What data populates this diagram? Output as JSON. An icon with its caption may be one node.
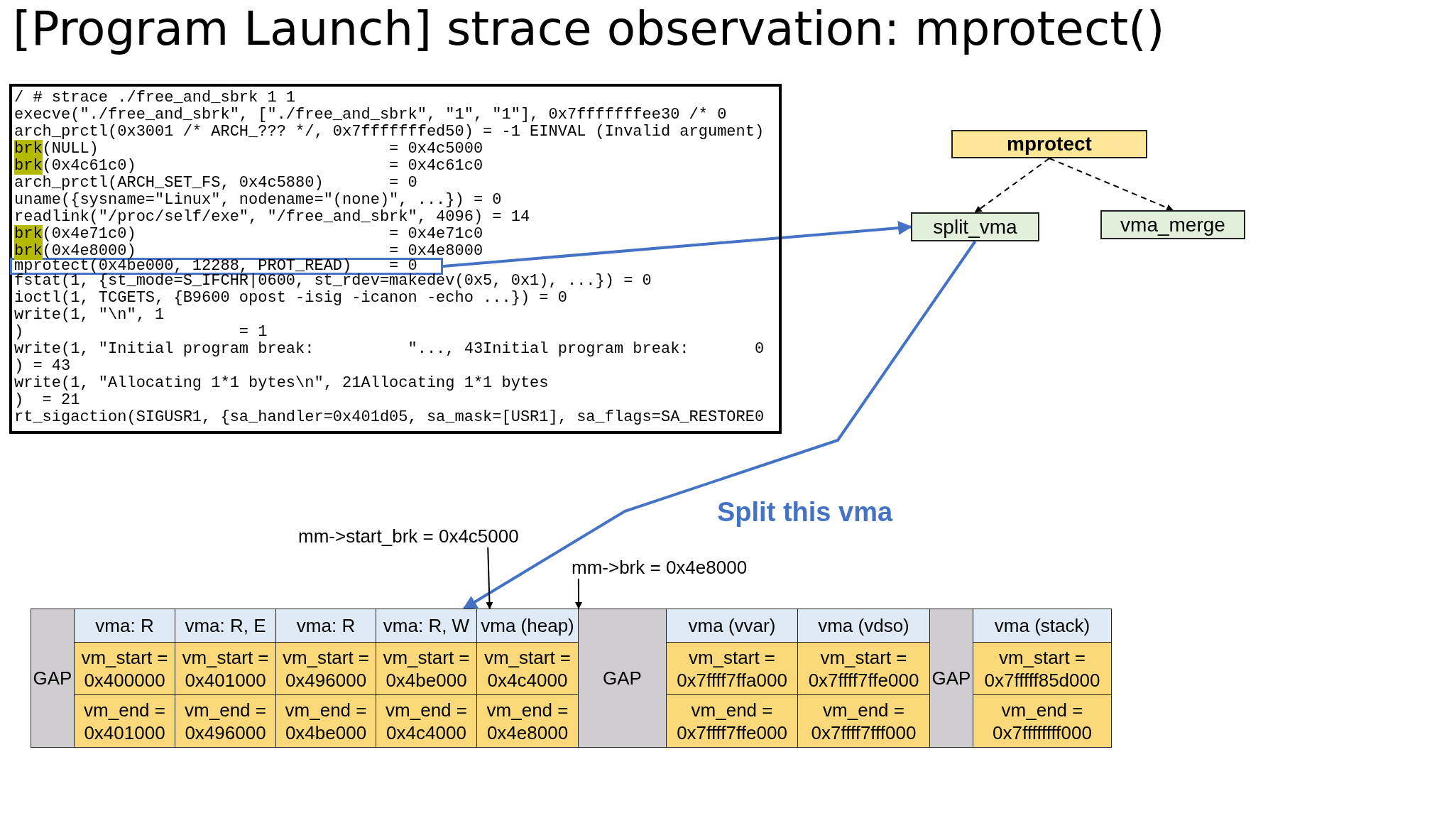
{
  "diagram": {
    "title": "[Program Launch] strace observation: mprotect()",
    "nodes": [
      {
        "text": [
          "/ # strace ./free_and_sbrk 1 1",
          "execve(\"./free_and_sbrk\", [\"./free_and_sbrk\", \"1\", \"1\"], 0x7fffffffee30 /* 0",
          "arch_prctl(0x3001 /* ARCH_??? */, 0x7fffffffed50) = -1 EINVAL (Invalid argument)",
          "brk(NULL)                               = 0x4c5000",
          "brk(0x4c61c0)                           = 0x4c61c0",
          "arch_prctl(ARCH_SET_FS, 0x4c5880)       = 0",
          "uname({sysname=\"Linux\", nodename=\"(none)\", ...}) = 0",
          "readlink(\"/proc/self/exe\", \"/free_and_sbrk\", 4096) = 14",
          "brk(0x4e71c0)                           = 0x4e71c0",
          "brk(0x4e8000)                           = 0x4e8000",
          "fstat(1, {st_mode=S_IFCHR|0600, st_rdev=makedev(0x5, 0x1), ...}) = 0",
          "ioctl(1, TCGETS, {B9600 opost -isig -icanon -echo ...}) = 0",
          "write(1, \"\\n\", 1",
          ")                       = 1",
          "write(1, \"Initial program break:          \"..., 43Initial program break:       0",
          ") = 43",
          "write(1, \"Allocating 1*1 bytes\\n\", 21Allocating 1*1 bytes",
          ")  = 21",
          "rt_sigaction(SIGUSR1, {sa_handler=0x401d05, sa_mask=[USR1], sa_flags=SA_RESTORE0"
        ]
      },
      {
        "text": [
          "mprotect(0x4be000, 12288, PROT_READ)    = 0"
        ],
        "in": 0
      },
      {
        "text": [
          "mprotect"
        ]
      },
      {
        "text": [
          "split_vma"
        ]
      },
      {
        "text": [
          "vma_merge"
        ]
      },
      {
        "text": [
          "GAP"
        ]
      },
      {
        "text": [
          "vma: R",
          "vm_start = 0x400000",
          "vm_end = 0x401000"
        ]
      },
      {
        "text": [
          "vma: R, E",
          "vm_start = 0x401000",
          "vm_end = 0x496000"
        ]
      },
      {
        "text": [
          "vma: R",
          "vm_start = 0x496000",
          "vm_end = 0x4be000"
        ]
      },
      {
        "text": [
          "vma: R, W",
          "vm_start = 0x4be000",
          "vm_end = 0x4c4000"
        ]
      },
      {
        "text": [
          "vma (heap)",
          "vm_start = 0x4c4000",
          "vm_end = 0x4e8000"
        ]
      },
      {
        "text": [
          "GAP"
        ]
      },
      {
        "text": [
          "vma (vvar)",
          "vm_start = 0x7ffff7ffa000",
          "vm_end = 0x7ffff7ffe000"
        ]
      },
      {
        "text": [
          "vma (vdso)",
          "vm_start = 0x7ffff7ffe000",
          "vm_end = 0x7ffff7fff000"
        ]
      },
      {
        "text": [
          "GAP"
        ]
      },
      {
        "text": [
          "vma (stack)",
          "vm_start = 0x7fffff85d000",
          "vm_end = 0x7ffffffff000"
        ]
      },
      {
        "text": [
          "mm->start_brk = 0x4c5000"
        ]
      },
      {
        "text": [
          "mm->brk = 0x4e8000"
        ]
      }
    ],
    "edges": [
      {
        "from": 2,
        "to": 3,
        "arrow": "to",
        "style": "dashed"
      },
      {
        "from": 2,
        "to": 4,
        "arrow": "to",
        "style": "dashed"
      },
      {
        "from": 1,
        "to": 3,
        "arrow": "to",
        "color": "#4472c4"
      },
      {
        "from": 3,
        "to": 9,
        "arrow": "to",
        "color": "#4472c4",
        "label": "Split this vma"
      },
      {
        "from": 16,
        "to": 10,
        "arrow": "to"
      },
      {
        "from": 17,
        "to": 10,
        "arrow": "to"
      }
    ]
  }
}
